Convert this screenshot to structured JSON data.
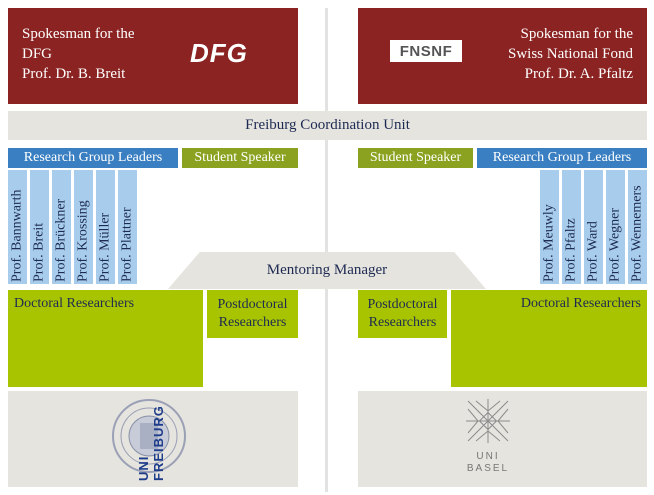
{
  "left_spokesman": {
    "title": "Spokesman for the",
    "org": "DFG",
    "person": "Prof. Dr. B. Breit",
    "logo_text": "DFG"
  },
  "right_spokesman": {
    "title": "Spokesman for the",
    "org": "Swiss National Fond",
    "person": "Prof. Dr. A. Pfaltz",
    "logo_text": "FNSNF"
  },
  "coordination": "Freiburg Coordination Unit",
  "left_header": {
    "leaders": "Research Group Leaders",
    "student": "Student Speaker"
  },
  "right_header": {
    "leaders": "Research Group Leaders",
    "student": "Student Speaker"
  },
  "left_profs": [
    "Prof. Bannwarth",
    "Prof. Breit",
    "Prof. Brückner",
    "Prof. Krossing",
    "Prof. Müller",
    "Prof. Plattner"
  ],
  "right_profs": [
    "Prof. Meuwly",
    "Prof. Pfaltz",
    "Prof. Ward",
    "Prof. Wegner",
    "Prof. Wennemers"
  ],
  "mentoring": "Mentoring Manager",
  "left_doctoral": "Doctoral Researchers",
  "right_doctoral": "Doctoral Researchers",
  "left_postdoc": {
    "line1": "Postdoctoral",
    "line2": "Researchers"
  },
  "right_postdoc": {
    "line1": "Postdoctoral",
    "line2": "Researchers"
  },
  "logos": {
    "freiburg": "UNI FREIBURG",
    "basel_line1": "UNI",
    "basel_line2": "BASEL"
  },
  "colors": {
    "maroon": "#8b2323",
    "grey": "#e6e4df",
    "blue": "#3a7fc1",
    "green": "#8aa21f",
    "lime": "#a8c400",
    "prof": "#a8cdec"
  }
}
